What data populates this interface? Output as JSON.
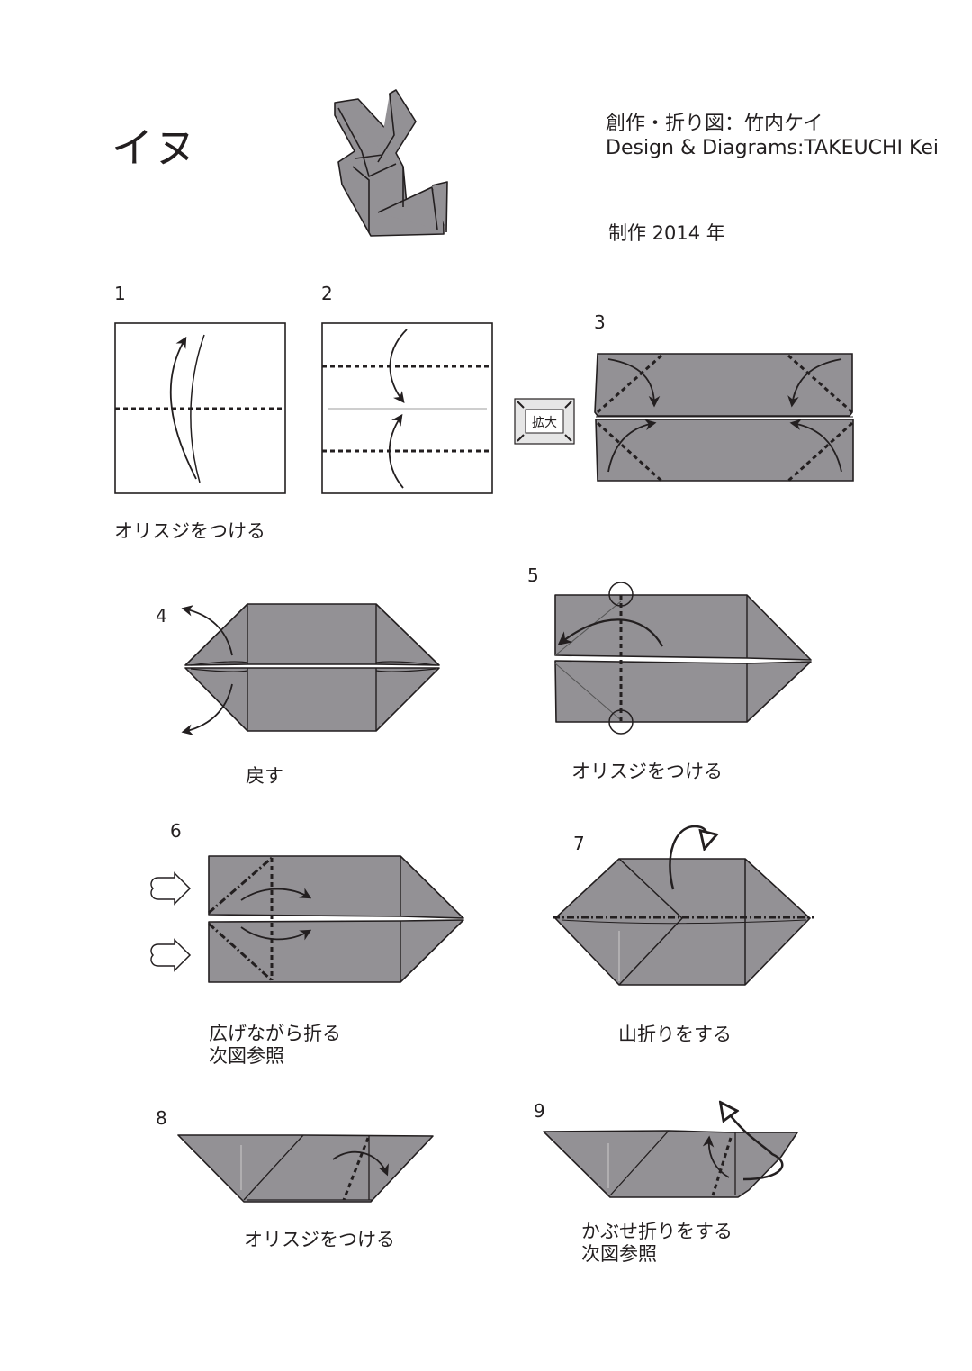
{
  "header": {
    "title": "イヌ",
    "credit_jp": "創作・折り図：竹内ケイ",
    "credit_en": "Design & Diagrams:TAKEUCHI Kei",
    "year": "制作 2014 年"
  },
  "steps": [
    {
      "number": "1",
      "caption": "オリスジをつける"
    },
    {
      "number": "2",
      "caption": ""
    },
    {
      "number": "3",
      "caption": "",
      "badge": "拡大"
    },
    {
      "number": "4",
      "caption": "戻す"
    },
    {
      "number": "5",
      "caption": "オリスジをつける"
    },
    {
      "number": "6",
      "caption": "広げながら折る",
      "caption2": "次図参照"
    },
    {
      "number": "7",
      "caption": "山折りをする"
    },
    {
      "number": "8",
      "caption": "オリスジをつける"
    },
    {
      "number": "9",
      "caption": "かぶせ折りをする",
      "caption2": "次図参照"
    }
  ],
  "colors": {
    "paper": "#939195",
    "line": "#231f20",
    "background": "#ffffff"
  }
}
